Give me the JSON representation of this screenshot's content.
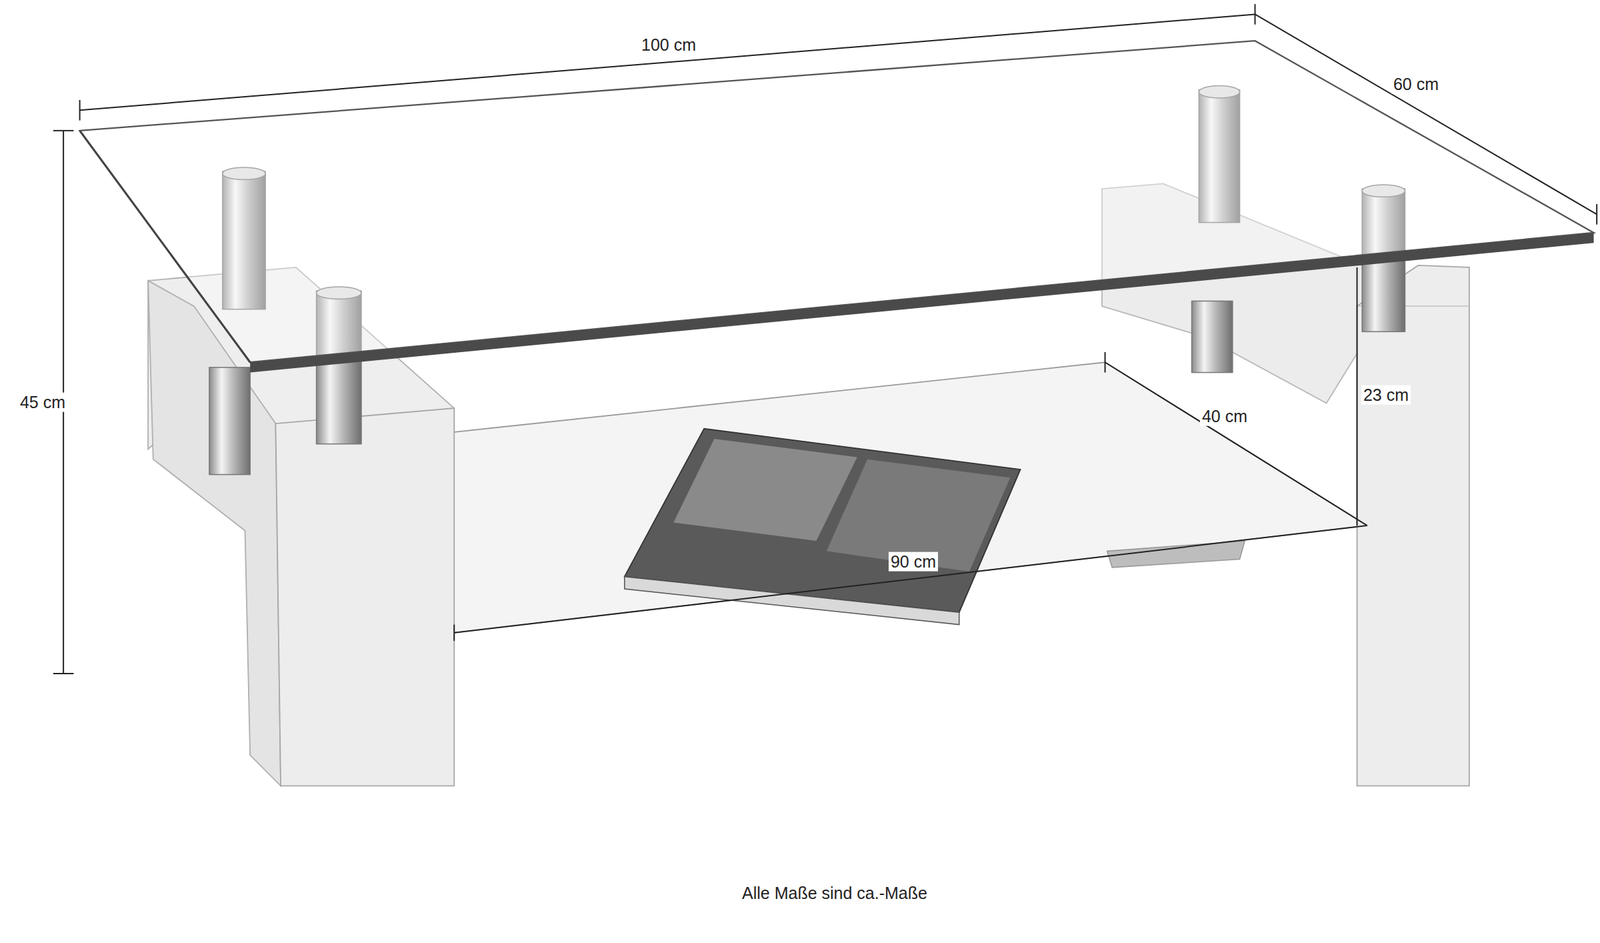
{
  "diagram": {
    "labels": [
      "100 cm",
      "60 cm",
      "45 cm",
      "40 cm",
      "23 cm",
      "90 cm",
      "Alle Maße sind ca.-Maße"
    ]
  }
}
